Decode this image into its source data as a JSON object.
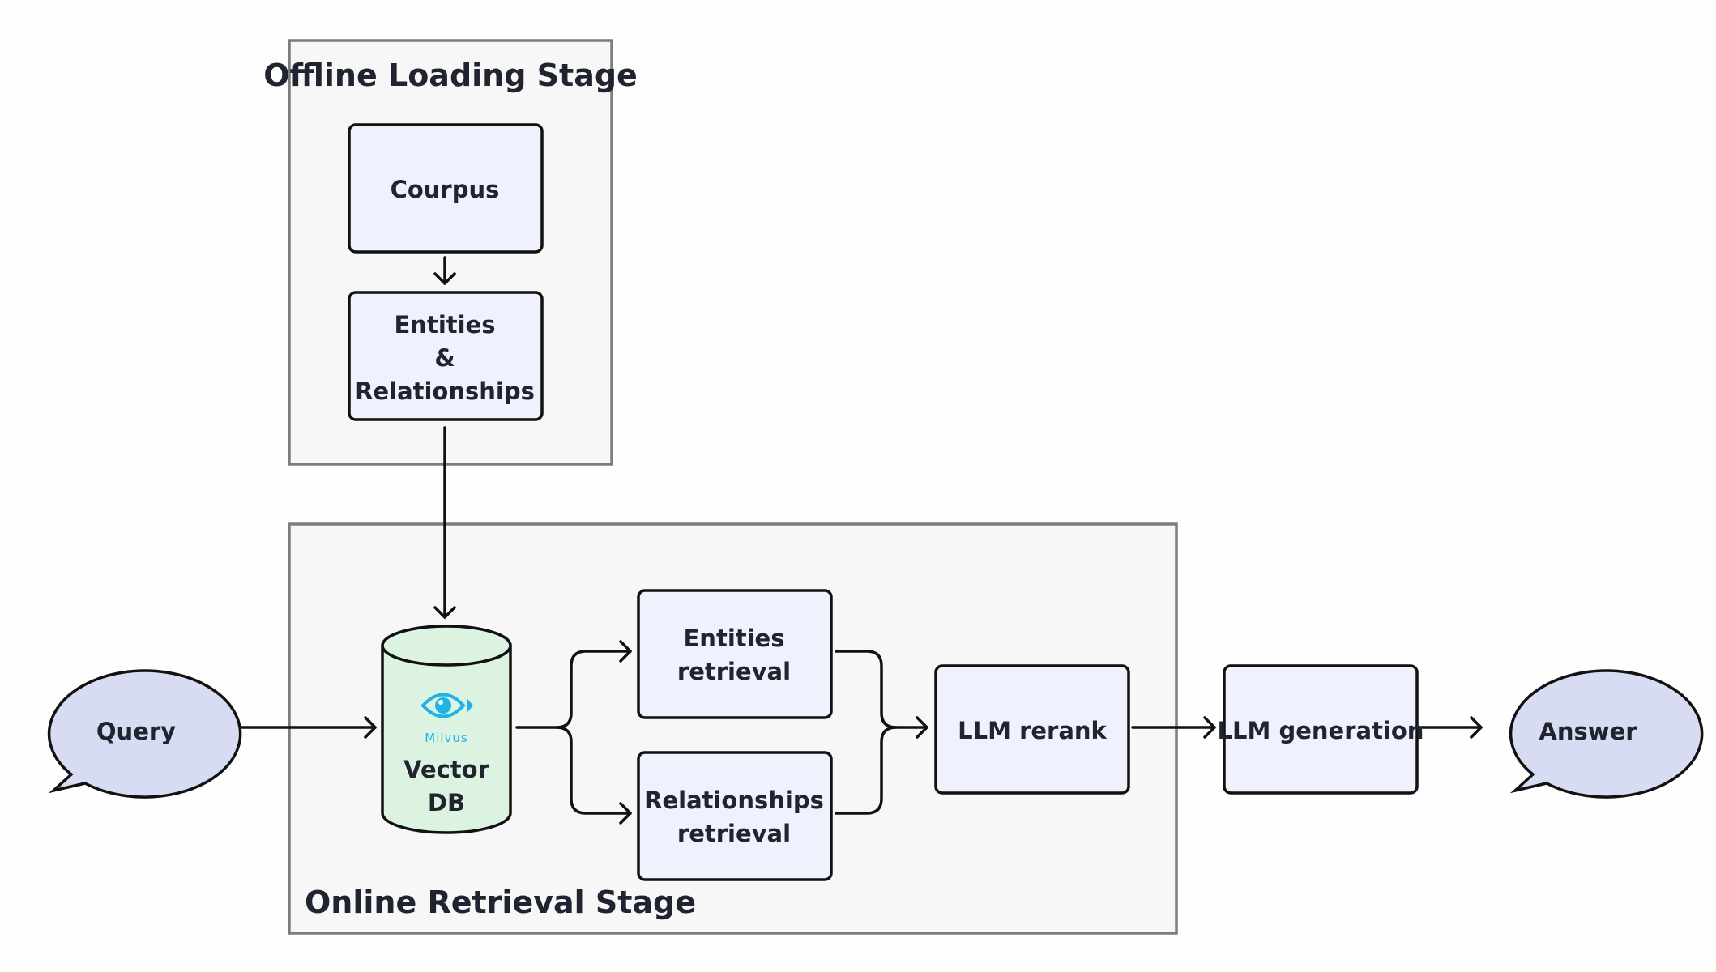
{
  "stages": {
    "offline_title": "Offline Loading Stage",
    "online_title": "Online Retrieval Stage"
  },
  "nodes": {
    "corpus": [
      "Courpus"
    ],
    "entities_relationships": [
      "Entities",
      "&",
      "Relationships"
    ],
    "vector_db": [
      "Vector",
      "DB"
    ],
    "entities_retrieval": [
      "Entities",
      "retrieval"
    ],
    "relationships_retrieval": [
      "Relationships",
      "retrieval"
    ],
    "llm_rerank": [
      "LLM rerank"
    ],
    "llm_generation": [
      "LLM generation"
    ],
    "query": [
      "Query"
    ],
    "answer": [
      "Answer"
    ]
  },
  "logo": {
    "label": "Milvus",
    "color": "#1fb3e6",
    "icon": "milvus-eye-icon"
  },
  "colors": {
    "stage_fill": "#f7f7f7",
    "stage_border": "#7d7d7d",
    "node_fill": "#eff2fc",
    "bubble_fill": "#d7dcf2",
    "db_fill": "#ddf3e2"
  }
}
